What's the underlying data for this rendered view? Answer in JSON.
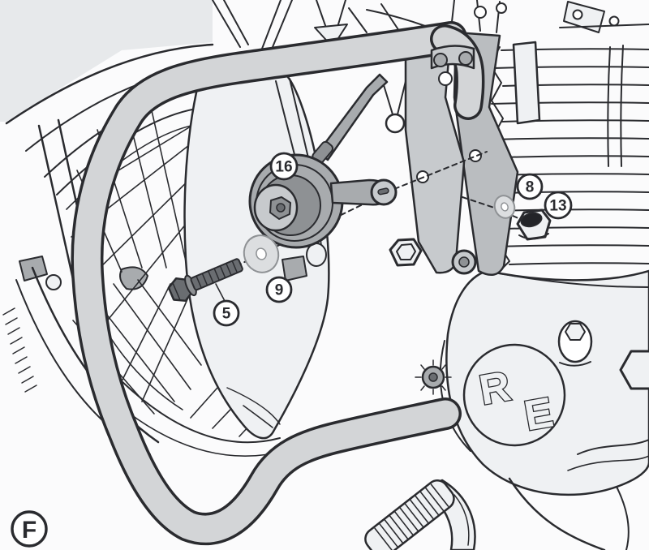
{
  "figure": {
    "label": "F"
  },
  "callouts": [
    {
      "label": "16"
    },
    {
      "label": "8"
    },
    {
      "label": "13"
    },
    {
      "label": "9"
    },
    {
      "label": "5"
    }
  ],
  "logo": {
    "letters": [
      "R",
      "E"
    ]
  },
  "colors": {
    "ink": "#2a2b2f",
    "paper": "#ffffff",
    "bg": "#fbfbfc",
    "panel": "#eff1f3",
    "panel2": "#e7e9eb",
    "tube": "#d3d5d7",
    "bracket": "#c7cacd",
    "bracket2": "#babdc0",
    "metal": "#a8abae",
    "metaldark": "#8e9194",
    "steel": "#6a6d71",
    "washer": "#dcdee0",
    "washerline": "#8f9295",
    "dark": "#232428"
  }
}
